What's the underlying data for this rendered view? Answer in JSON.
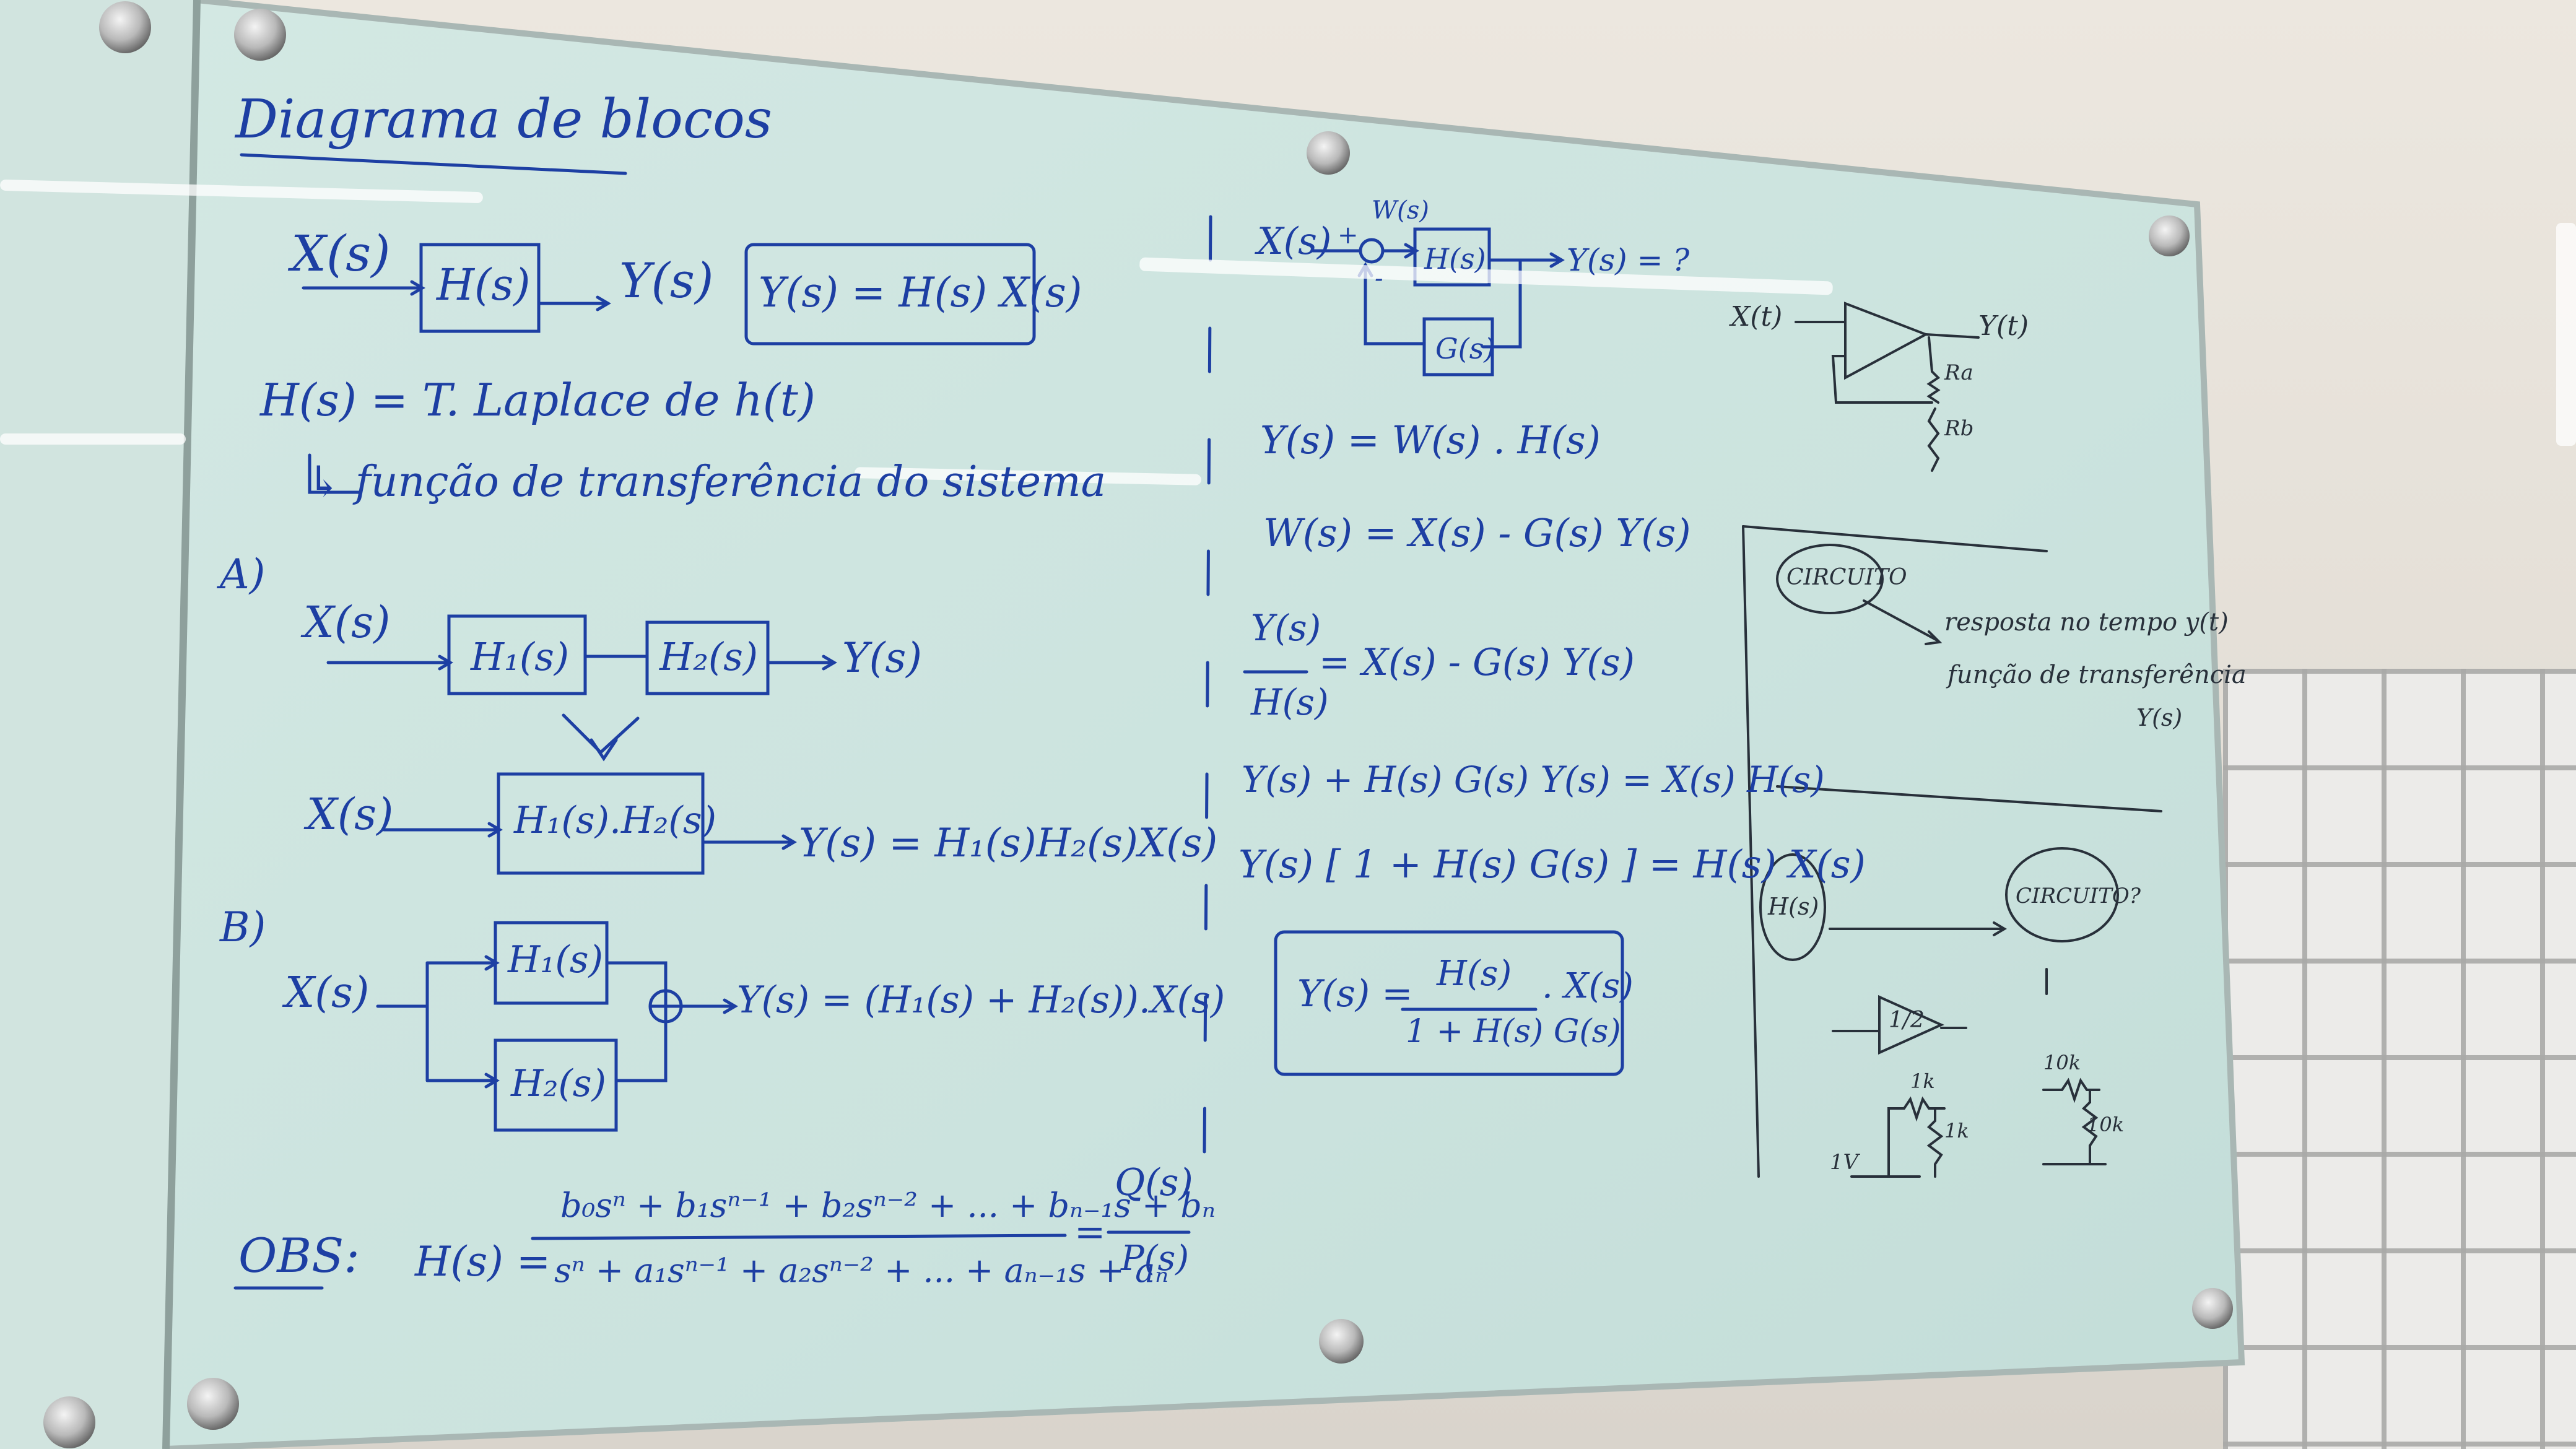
{
  "left_column": {
    "title": "Diagrama de blocos",
    "system": {
      "in": "X(s)",
      "block": "H(s)",
      "out": "Y(s)",
      "boxed_eq": "Y(s) = H(s) X(s)"
    },
    "laplace": "H(s) = T. Laplace de h(t)",
    "transfer": "↳ função de transferência do sistema",
    "part_a": {
      "label": "A)",
      "in": "X(s)",
      "b1": "H₁(s)",
      "b2": "H₂(s)",
      "out": "Y(s)",
      "in2": "X(s)",
      "combined": "H₁(s).H₂(s)",
      "eq": "Y(s) = H₁(s)H₂(s)X(s)"
    },
    "part_b": {
      "label": "B)",
      "in": "X(s)",
      "b1": "H₁(s)",
      "b2": "H₂(s)",
      "eq": "Y(s) = (H₁(s) + H₂(s)).X(s)"
    },
    "obs": {
      "label": "OBS:",
      "lhs": "H(s) =",
      "numerator": "b₀sⁿ + b₁sⁿ⁻¹ + b₂sⁿ⁻² + ... + bₙ₋₁s + bₙ",
      "denominator": "sⁿ + a₁sⁿ⁻¹ + a₂sⁿ⁻² + ... + aₙ₋₁s + aₙ",
      "rhs_num": "Q(s)",
      "rhs_den": "P(s)"
    }
  },
  "middle_column": {
    "feedback": {
      "in": "X(s)",
      "plus": "+",
      "minus": "-",
      "w": "W(s)",
      "h": "H(s)",
      "g": "G(s)",
      "out": "Y(s) = ?"
    },
    "eq1": "Y(s) = W(s) . H(s)",
    "eq2": "W(s) = X(s) - G(s) Y(s)",
    "eq3_num": "Y(s)",
    "eq3_den": "H(s)",
    "eq3_rhs": "= X(s) - G(s) Y(s)",
    "eq4": "Y(s) + H(s) G(s) Y(s) = X(s) H(s)",
    "eq5": "Y(s) [ 1 + H(s) G(s) ] = H(s) X(s)",
    "result_lhs": "Y(s) =",
    "result_num": "H(s)",
    "result_den": "1 + H(s) G(s)",
    "result_tail": ". X(s)"
  },
  "right_column": {
    "opamp_in": "X(t)",
    "opamp_out": "Y(t)",
    "ra": "Ra",
    "rb": "Rb",
    "circuit": "CIRCUITO",
    "response": "resposta no tempo y(t)",
    "transfer": "função de transferência",
    "ys": "Y(s)",
    "hs_bubble": "H(s)",
    "circuit_q": "CIRCUITO?",
    "gain": "1/2",
    "r1": "1k",
    "r2": "1k",
    "r3": "10k",
    "r4": "10k",
    "vsrc": "1V"
  }
}
